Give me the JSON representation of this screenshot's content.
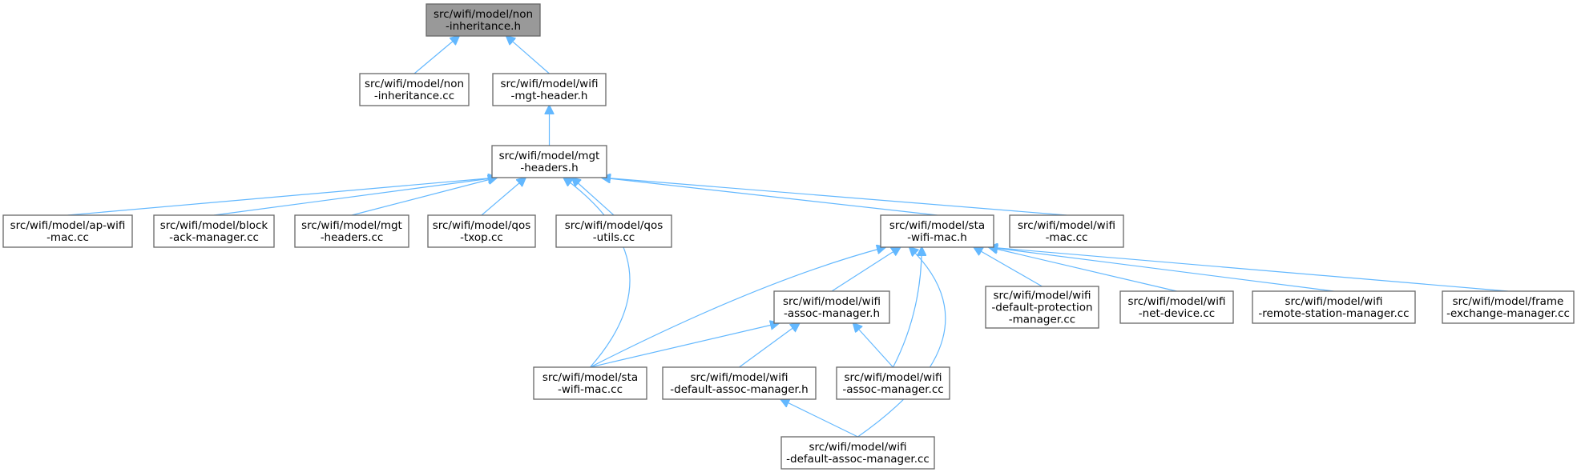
{
  "colors": {
    "edge": "#63b8ff",
    "root_fill": "#999999",
    "node_fill": "#ffffff",
    "node_border": "#666666"
  },
  "nodes": [
    {
      "id": "n0",
      "lines": [
        "src/wifi/model/non",
        "-inheritance.h"
      ],
      "root": true
    },
    {
      "id": "n1",
      "lines": [
        "src/wifi/model/non",
        "-inheritance.cc"
      ]
    },
    {
      "id": "n2",
      "lines": [
        "src/wifi/model/wifi",
        "-mgt-header.h"
      ]
    },
    {
      "id": "n3",
      "lines": [
        "src/wifi/model/mgt",
        "-headers.h"
      ]
    },
    {
      "id": "n4",
      "lines": [
        "src/wifi/model/ap-wifi",
        "-mac.cc"
      ]
    },
    {
      "id": "n5",
      "lines": [
        "src/wifi/model/block",
        "-ack-manager.cc"
      ]
    },
    {
      "id": "n6",
      "lines": [
        "src/wifi/model/mgt",
        "-headers.cc"
      ]
    },
    {
      "id": "n7",
      "lines": [
        "src/wifi/model/qos",
        "-txop.cc"
      ]
    },
    {
      "id": "n8",
      "lines": [
        "src/wifi/model/qos",
        "-utils.cc"
      ]
    },
    {
      "id": "n9",
      "lines": [
        "src/wifi/model/sta",
        "-wifi-mac.h"
      ]
    },
    {
      "id": "n10",
      "lines": [
        "src/wifi/model/wifi",
        "-mac.cc"
      ]
    },
    {
      "id": "n11",
      "lines": [
        "src/wifi/model/wifi",
        "-assoc-manager.h"
      ]
    },
    {
      "id": "n12",
      "lines": [
        "src/wifi/model/wifi",
        "-default-protection",
        "-manager.cc"
      ]
    },
    {
      "id": "n13",
      "lines": [
        "src/wifi/model/wifi",
        "-net-device.cc"
      ]
    },
    {
      "id": "n14",
      "lines": [
        "src/wifi/model/wifi",
        "-remote-station-manager.cc"
      ]
    },
    {
      "id": "n15",
      "lines": [
        "src/wifi/model/frame",
        "-exchange-manager.cc"
      ]
    },
    {
      "id": "n16",
      "lines": [
        "src/wifi/model/sta",
        "-wifi-mac.cc"
      ]
    },
    {
      "id": "n17",
      "lines": [
        "src/wifi/model/wifi",
        "-default-assoc-manager.h"
      ]
    },
    {
      "id": "n18",
      "lines": [
        "src/wifi/model/wifi",
        "-assoc-manager.cc"
      ]
    },
    {
      "id": "n19",
      "lines": [
        "src/wifi/model/wifi",
        "-default-assoc-manager.cc"
      ]
    }
  ],
  "edges": [
    {
      "from": "n1",
      "to": "n0"
    },
    {
      "from": "n2",
      "to": "n0"
    },
    {
      "from": "n3",
      "to": "n2"
    },
    {
      "from": "n4",
      "to": "n3"
    },
    {
      "from": "n5",
      "to": "n3"
    },
    {
      "from": "n6",
      "to": "n3"
    },
    {
      "from": "n7",
      "to": "n3"
    },
    {
      "from": "n8",
      "to": "n3"
    },
    {
      "from": "n9",
      "to": "n3"
    },
    {
      "from": "n10",
      "to": "n3"
    },
    {
      "from": "n16",
      "to": "n3"
    },
    {
      "from": "n11",
      "to": "n9"
    },
    {
      "from": "n12",
      "to": "n9"
    },
    {
      "from": "n13",
      "to": "n9"
    },
    {
      "from": "n14",
      "to": "n9"
    },
    {
      "from": "n15",
      "to": "n9"
    },
    {
      "from": "n16",
      "to": "n9"
    },
    {
      "from": "n18",
      "to": "n9"
    },
    {
      "from": "n19",
      "to": "n9"
    },
    {
      "from": "n16",
      "to": "n11"
    },
    {
      "from": "n17",
      "to": "n11"
    },
    {
      "from": "n18",
      "to": "n11"
    },
    {
      "from": "n19",
      "to": "n17"
    }
  ]
}
